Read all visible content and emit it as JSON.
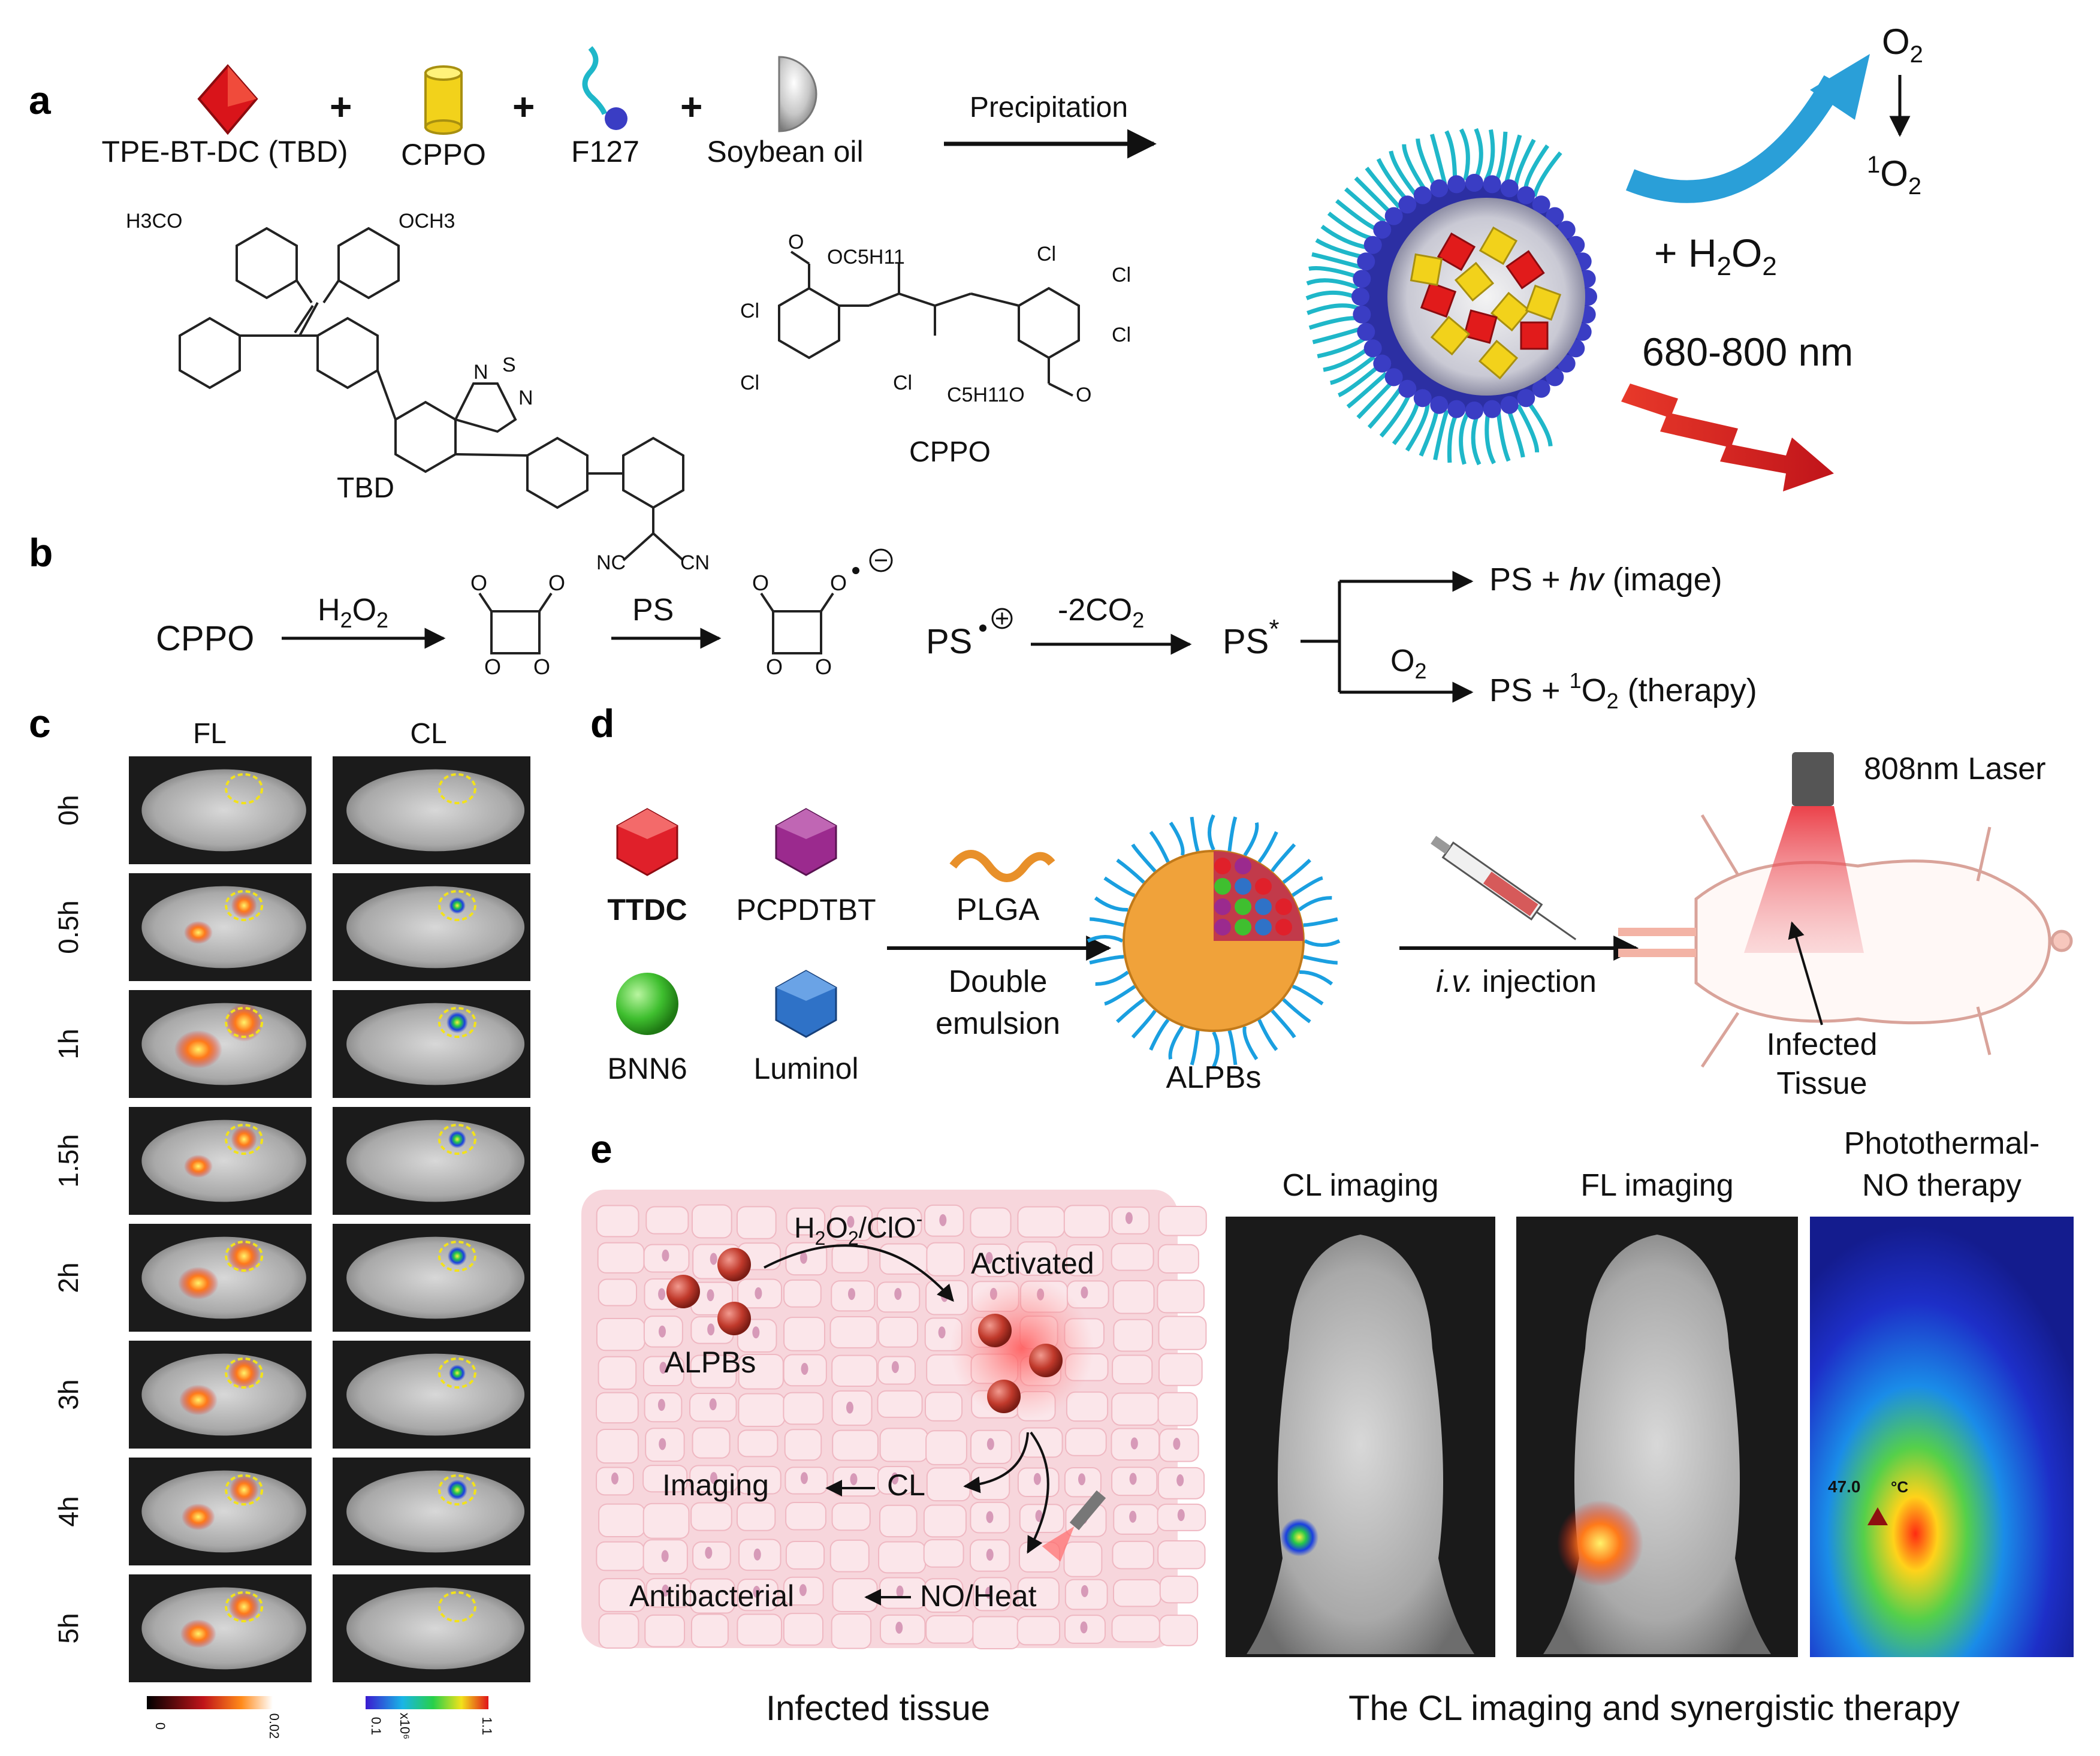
{
  "panels": {
    "a": {
      "letter": "a",
      "reagents": [
        "TPE-BT-DC (TBD)",
        "CPPO",
        "F127",
        "Soybean oil"
      ],
      "plus": "+",
      "arrow_label": "Precipitation",
      "o2": "O",
      "o2_sub": "2",
      "singlet_sup": "1",
      "singlet": "O",
      "singlet_sub": "2",
      "h2o2_prefix": "+ H",
      "h2o2_sub": "2",
      "h2o2_suffix": "O",
      "h2o2_sub2": "2",
      "wavelength": "680-800 nm",
      "tbd_label": "TBD",
      "cppo_label": "CPPO",
      "tbd_groups": {
        "h3co": "H3CO",
        "och3": "OCH3",
        "n_top": "N",
        "s": "S",
        "n_right": "N",
        "cn_left": "NC",
        "cn_right": "CN"
      },
      "cppo_groups": {
        "oc5": "OC5H11",
        "cl": "Cl",
        "c5o": "C5H11O",
        "o": "O"
      }
    },
    "b": {
      "letter": "b",
      "start": "CPPO",
      "h2o2": "H",
      "h2o2_sub": "2",
      "h2o2_mid": "O",
      "h2o2_sub2": "2",
      "ps": "PS",
      "ps_radical": "PS",
      "minus2co2": "-2CO",
      "co2_sub": "2",
      "ps_star": "PS",
      "star": "*",
      "top_product": "PS + ",
      "hv": "hv",
      "top_suffix": " (image)",
      "o2_label": "O",
      "o2_label_sub": "2",
      "bottom_product": "PS + ",
      "bottom_sup": "1",
      "bottom_o": "O",
      "bottom_sub": "2",
      "bottom_suffix": " (therapy)",
      "ring_o": "O"
    },
    "c": {
      "letter": "c",
      "col_fl": "FL",
      "col_cl": "CL",
      "times": [
        "0h",
        "0.5h",
        "1h",
        "1.5h",
        "2h",
        "3h",
        "4h",
        "5h"
      ],
      "fl_intensity": [
        0,
        0.6,
        1.0,
        0.6,
        0.85,
        0.8,
        0.7,
        0.75
      ],
      "cl_intensity": [
        0,
        0.5,
        0.7,
        0.55,
        0.6,
        0.5,
        0.65,
        0
      ],
      "fl_scale_min": "0",
      "fl_scale_max": "0.02",
      "cl_scale_min": "0.1",
      "cl_scale_max": "1.1",
      "cl_scale_unit": "x10⁶"
    },
    "d": {
      "letter": "d",
      "components": [
        "TTDC",
        "PCPDTBT",
        "BNN6",
        "Luminol"
      ],
      "plga": "PLGA",
      "method_line1": "Double",
      "method_line2": "emulsion",
      "product": "ALPBs",
      "injection_italic": "i.v.",
      "injection_rest": " injection",
      "laser": "808nm Laser",
      "tissue_line1": "Infected",
      "tissue_line2": "Tissue"
    },
    "e": {
      "letter": "e",
      "trigger_prefix": "H",
      "trigger_sub": "2",
      "trigger_mid": "O",
      "trigger_sub2": "2",
      "trigger_suffix": "/ClO",
      "trigger_sup": "-",
      "activated": "Activated",
      "alpbs": "ALPBs",
      "imaging": "Imaging",
      "cl": "CL",
      "antibacterial": "Antibacterial",
      "no_heat": "NO/Heat",
      "left_caption": "Infected tissue",
      "img_titles": [
        "CL imaging",
        "FL imaging",
        "Photothermal-",
        "NO therapy"
      ],
      "temperature": "47.0",
      "temp_unit": "°C",
      "right_caption": "The CL imaging and synergistic therapy"
    }
  },
  "colors": {
    "red": "#e11b1b",
    "yellow": "#f2d21b",
    "cyan": "#1fb7c9",
    "navy": "#2c2fa3",
    "blue_arrow": "#2a9fd8",
    "tissue_pink": "#f7d6dc",
    "orange_shell": "#f0a23a"
  }
}
